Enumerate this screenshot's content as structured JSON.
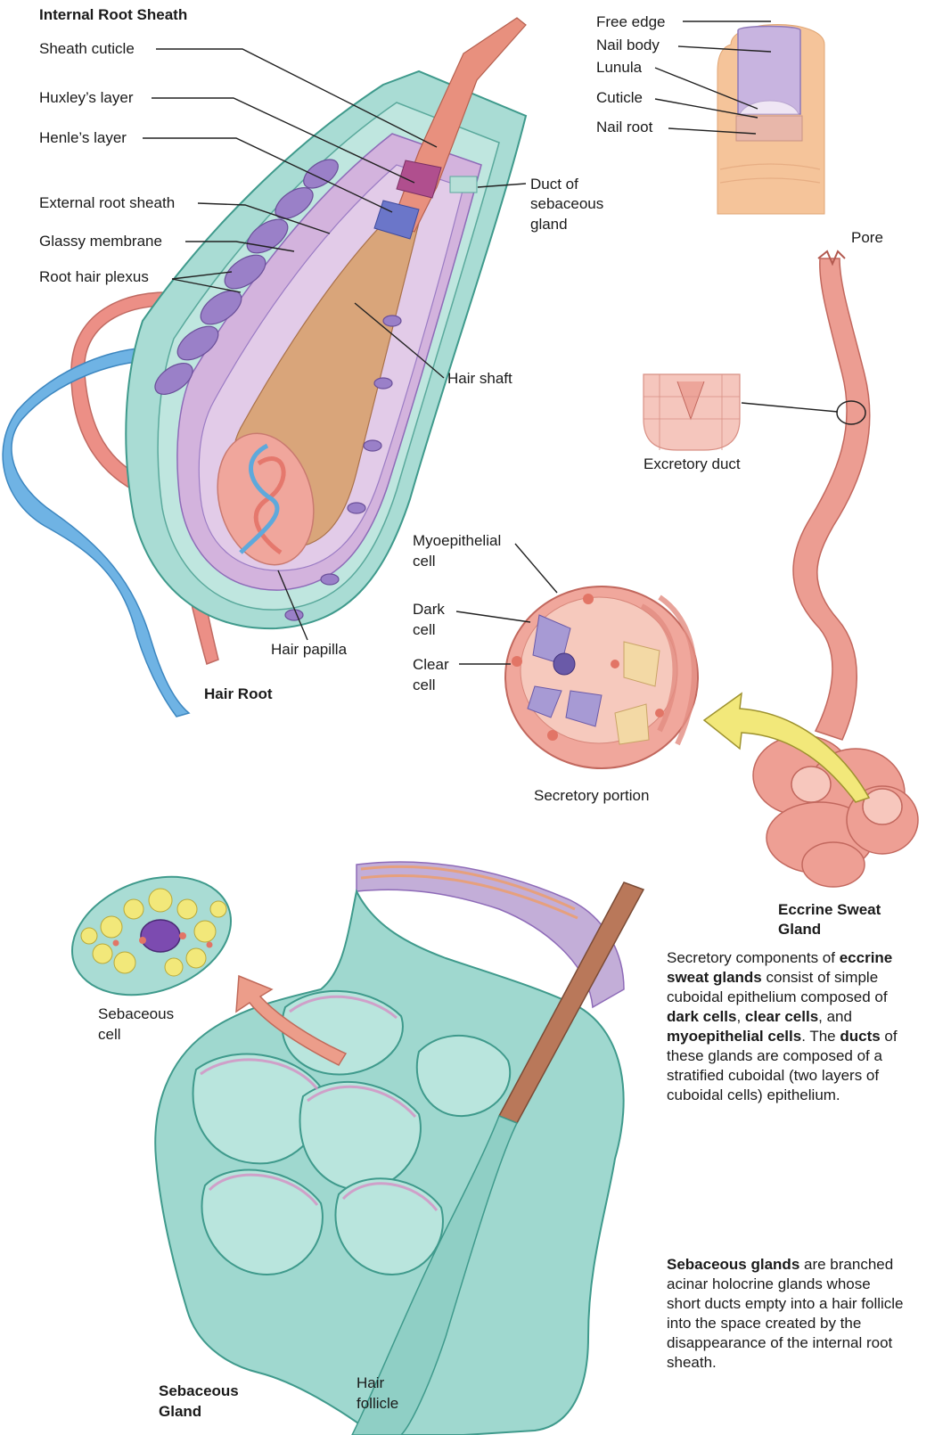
{
  "labels": {
    "internal_root_sheath": "Internal Root Sheath",
    "sheath_cuticle": "Sheath cuticle",
    "huxleys_layer": "Huxley’s layer",
    "henles_layer": "Henle’s layer",
    "external_root_sheath": "External root sheath",
    "glassy_membrane": "Glassy membrane",
    "root_hair_plexus": "Root hair plexus",
    "hair_shaft": "Hair shaft",
    "hair_papilla": "Hair papilla",
    "hair_root": "Hair Root",
    "duct_of_sebaceous_gland_1": "Duct of",
    "duct_of_sebaceous_gland_2": "sebaceous",
    "duct_of_sebaceous_gland_3": "gland",
    "free_edge": "Free edge",
    "nail_body": "Nail body",
    "lunula": "Lunula",
    "cuticle": "Cuticle",
    "nail_root": "Nail root",
    "pore": "Pore",
    "excretory_duct": "Excretory duct",
    "myoepithelial_cell_1": "Myoepithelial",
    "myoepithelial_cell_2": "cell",
    "dark_cell_1": "Dark",
    "dark_cell_2": "cell",
    "clear_cell_1": "Clear",
    "clear_cell_2": "cell",
    "secretory_portion": "Secretory portion",
    "eccrine_sweat_gland_1": "Eccrine Sweat",
    "eccrine_sweat_gland_2": "Gland",
    "sebaceous_cell_1": "Sebaceous",
    "sebaceous_cell_2": "cell",
    "sebaceous_gland_1": "Sebaceous",
    "sebaceous_gland_2": "Gland",
    "hair_follicle_1": "Hair",
    "hair_follicle_2": "follicle"
  },
  "eccrine_text": {
    "t1": "Secretory components of ",
    "b1": "eccrine sweat glands",
    "t2": " consist of simple cuboidal epithelium composed of ",
    "b2": "dark cells",
    "t3": ", ",
    "b3": "clear cells",
    "t4": ", and ",
    "b4": "myoepithelial cells",
    "t5": ". The ",
    "b5": "ducts",
    "t6": " of these glands are composed of a stratified cuboidal (two layers of cuboidal cells) epithelium."
  },
  "sebaceous_text": {
    "b1": "Sebaceous glands",
    "t1": " are branched acinar holocrine glands whose short ducts empty into a hair follicle into the space created by the disappearance of the internal root sheath."
  },
  "colors": {
    "aqua": "#a9dcd4",
    "teal_edge": "#3f9a8c",
    "lavender": "#c9a6d6",
    "purple": "#8e6bb8",
    "salmon": "#ec9d92",
    "pink": "#f0b3aa",
    "tan": "#d9a57a",
    "blue": "#5ea9dc",
    "yellow": "#f2e87a",
    "nail": "#f5c49a"
  }
}
